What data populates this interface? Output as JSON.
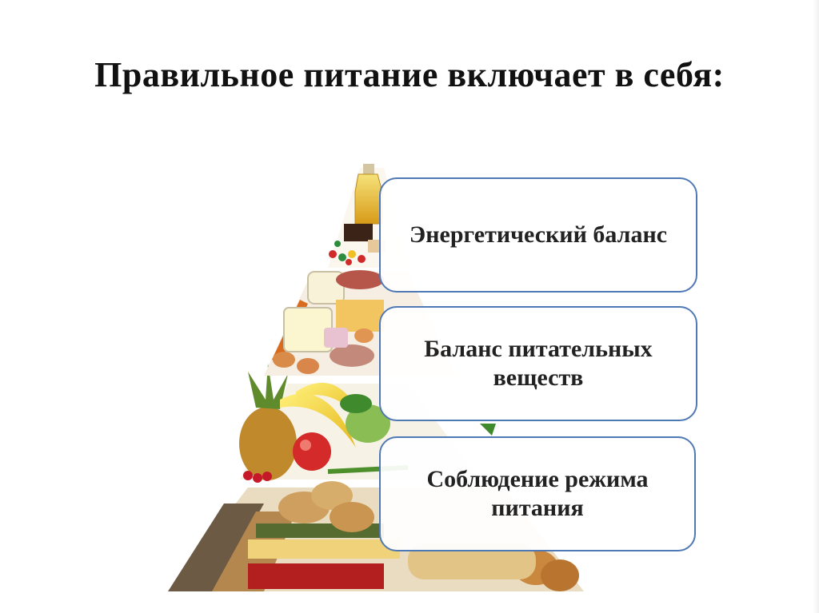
{
  "slide": {
    "title": "Правильное питание включает в себя:",
    "items": [
      {
        "label": "Энергетический баланс"
      },
      {
        "label": "Баланс питательных веществ"
      },
      {
        "label": "Соблюдение режима питания"
      }
    ]
  },
  "illustration": {
    "name": "food-pyramid-image",
    "colors": {
      "box_border": "#4f79b5",
      "text": "#222222"
    }
  }
}
